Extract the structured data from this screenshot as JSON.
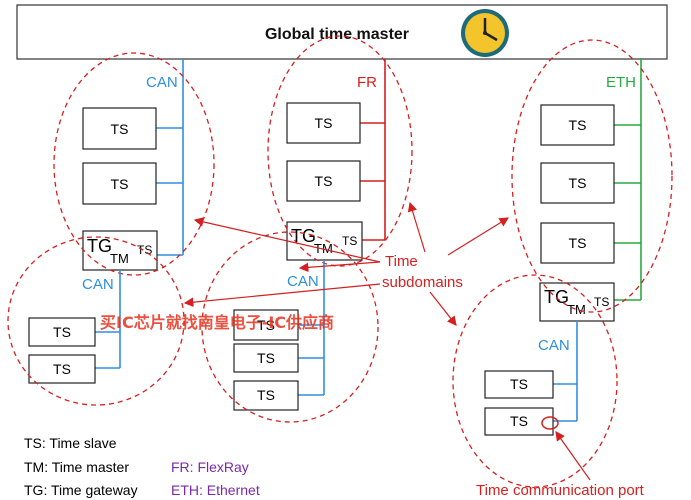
{
  "master": {
    "title": "Global time master",
    "icon": "clock-icon"
  },
  "buses": {
    "can": "CAN",
    "fr": "FR",
    "eth": "ETH"
  },
  "ts": "TS",
  "tg": {
    "main": "TG",
    "sub": "TM",
    "ts": "TS"
  },
  "annotations": {
    "time": "Time",
    "subdomains": "subdomains",
    "port": "Time communication port"
  },
  "legend": {
    "ts": "TS: Time slave",
    "tm": "TM: Time master",
    "tg": "TG: Time gateway",
    "fr": "FR: FlexRay",
    "eth": "ETH: Ethernet"
  },
  "watermark": "买IC芯片就找南皇电子-IC供应商",
  "colors": {
    "can": "#2f8fe0",
    "fr": "#d42020",
    "eth": "#2aa843",
    "dashed": "#d42020",
    "legend_purple": "#7a2aa8",
    "clock_face": "#f3c42c",
    "clock_ring": "#1d6a7a"
  }
}
